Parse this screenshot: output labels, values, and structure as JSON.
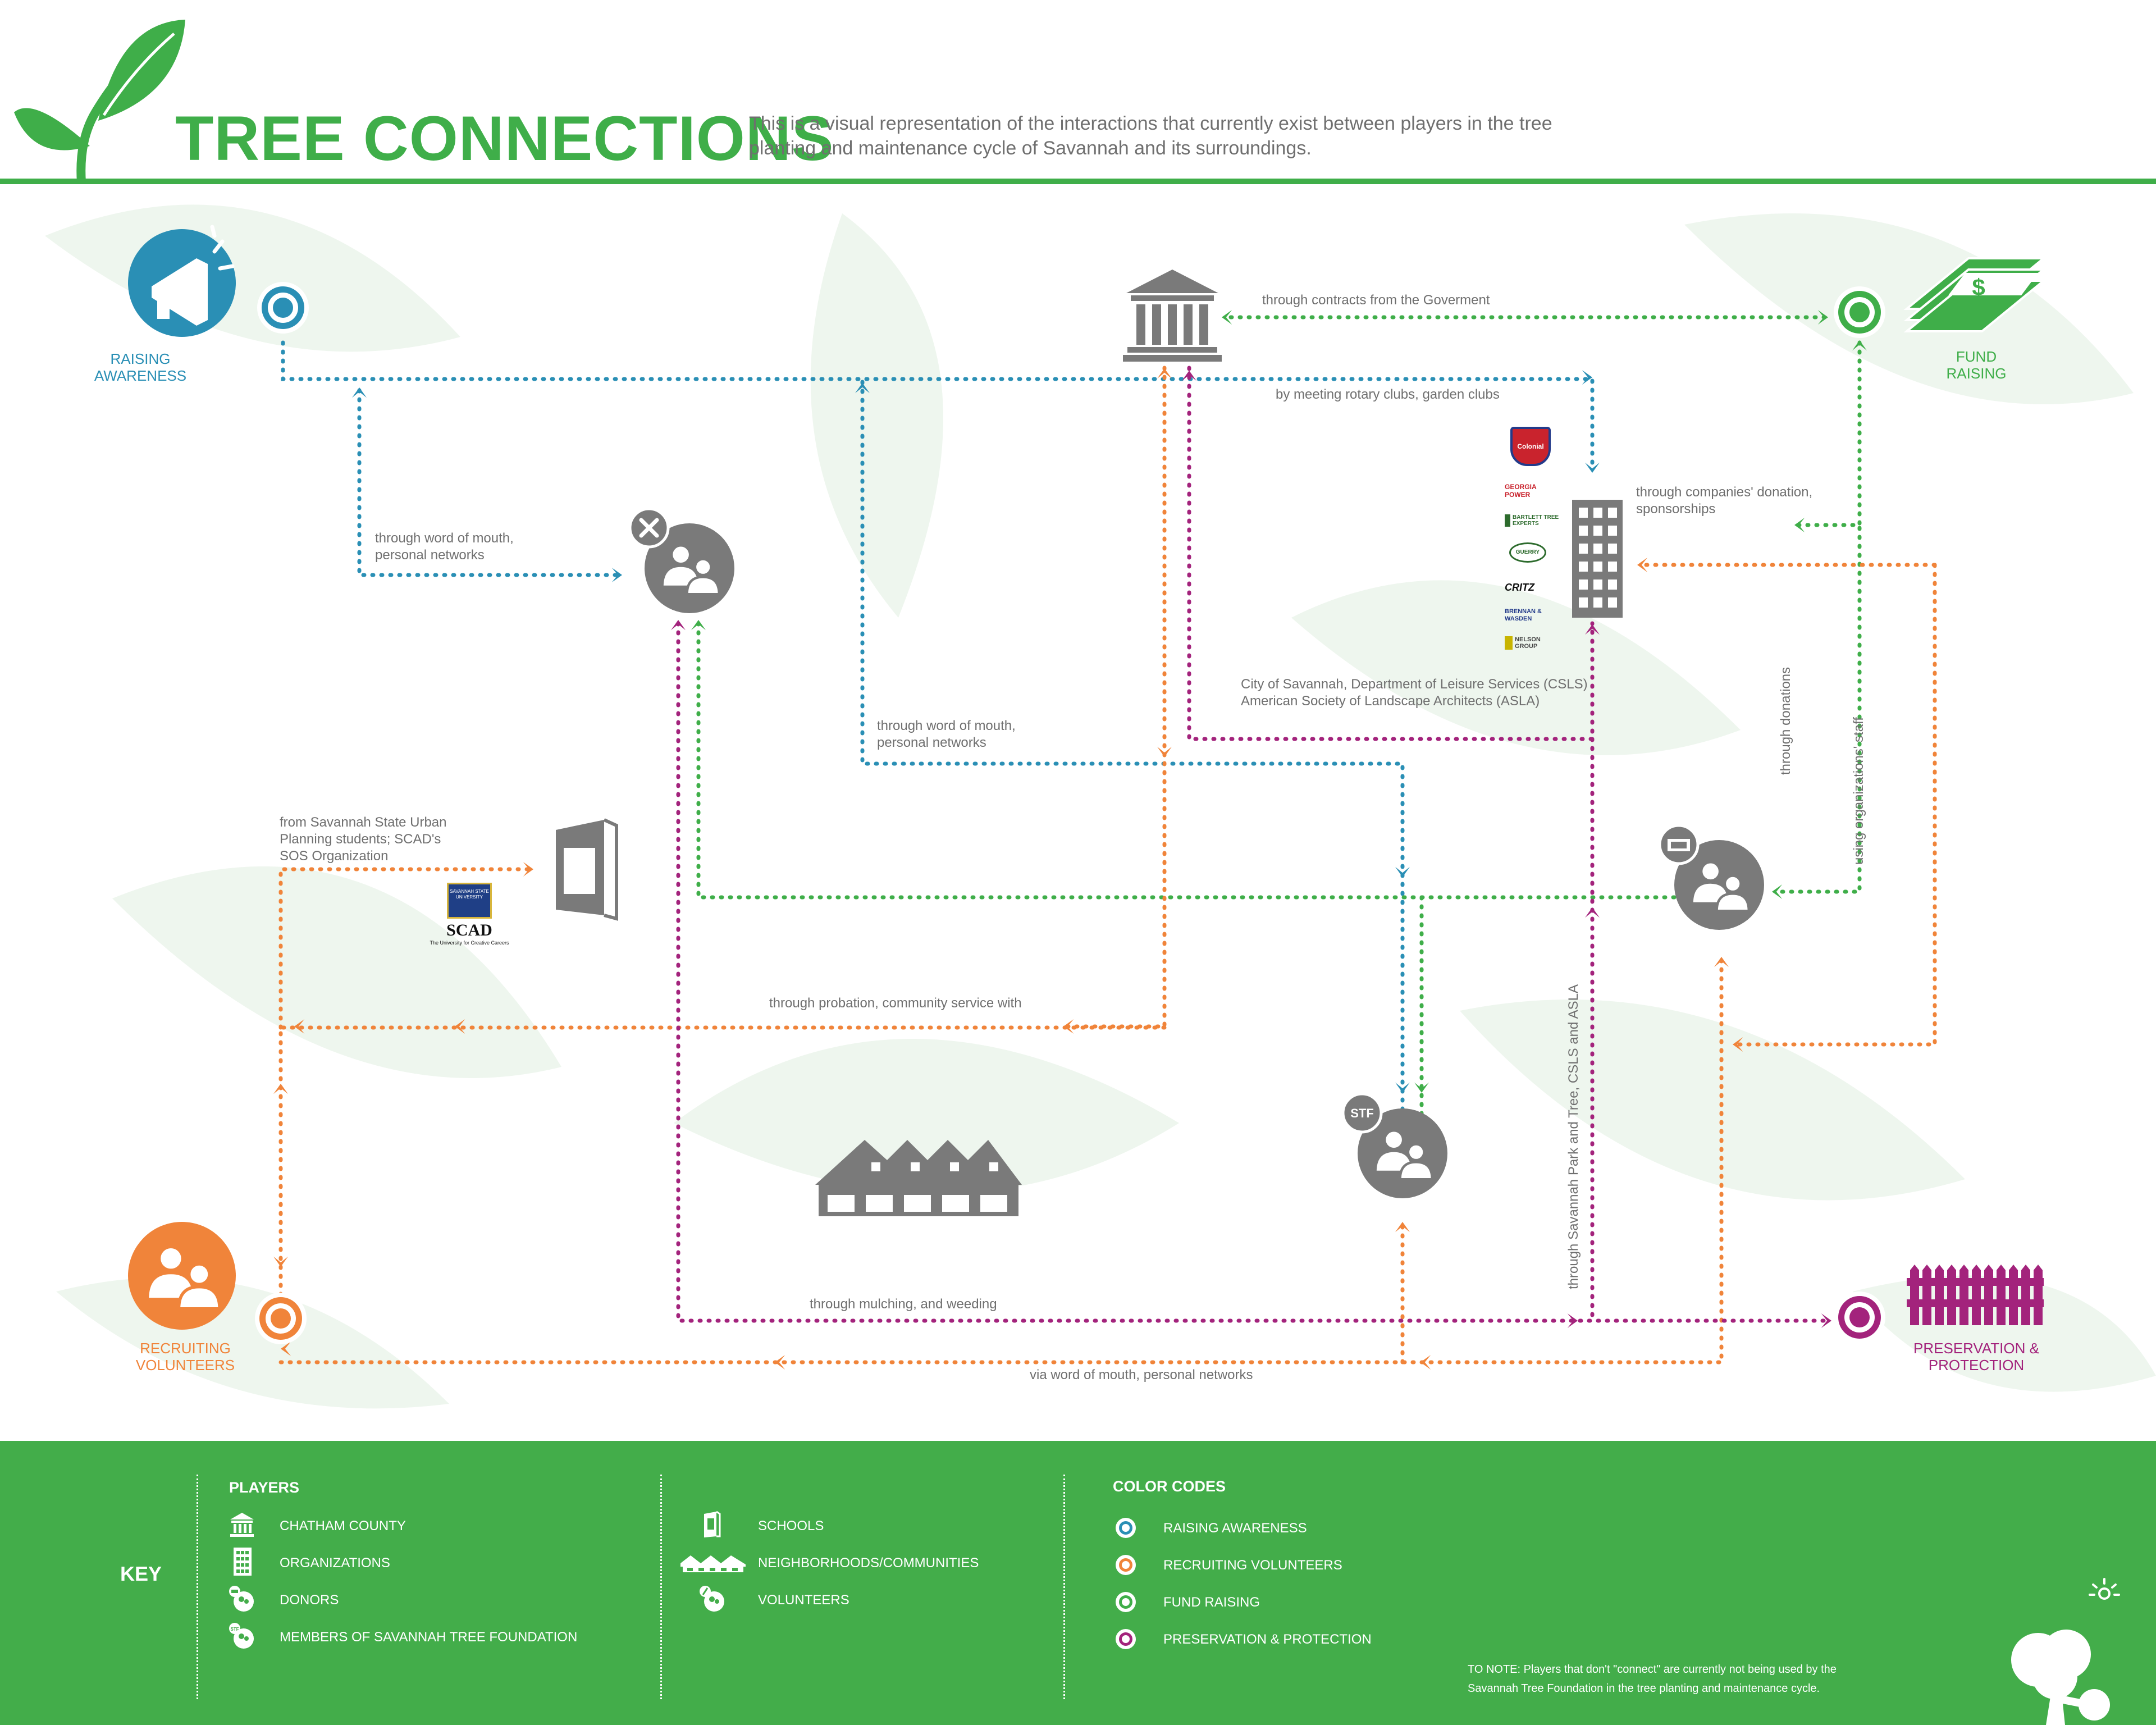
{
  "header": {
    "title": "TREE CONNECTIONS",
    "subtitle": "This is a visual representation of the interactions that currently exist between players in the tree planting and maintenance cycle of Savannah and its surroundings."
  },
  "colors": {
    "raising_awareness": "#2a8fb5",
    "recruiting_volunteers": "#f0843a",
    "fund_raising": "#3fae49",
    "preservation": "#a3237c",
    "player_gray": "#7a7a7a"
  },
  "nodes": {
    "raising_awareness": "RAISING\nAWARENESS",
    "fund_raising": "FUND\nRAISING",
    "recruiting_volunteers": "RECRUITING\nVOLUNTEERS",
    "preservation": "PRESERVATION &\nPROTECTION",
    "stf_badge": "STF"
  },
  "edge_labels": {
    "contracts": "through contracts from the Goverment",
    "rotary": "by meeting rotary clubs, garden clubs",
    "companies": "through companies' donation,\nsponsorships",
    "word_mouth_1": "through word of mouth,\npersonal networks",
    "word_mouth_2": "through word of mouth,\npersonal networks",
    "city": "City of Savannah, Department of Leisure Services (CSLS)\nAmerican Society of Landscape Architects (ASLA)",
    "schools_from": "from Savannah State Urban\nPlanning students; SCAD's\nSOS Organization",
    "probation": "through probation, community service with",
    "mulching": "through mulching, and weeding",
    "via_word": "via word of mouth, personal networks",
    "through_donations": "through donations",
    "org_staff": "using organizations' staff",
    "park_tree": "through Savannah Park and Tree, CSLS and ASLA"
  },
  "sponsor_logos": [
    "Colonial",
    "GEORGIA POWER",
    "BARTLETT TREE EXPERTS",
    "GUERRY",
    "CRITZ",
    "BRENNAN & WASDEN",
    "NELSON GROUP"
  ],
  "scad": {
    "name": "SCAD",
    "tagline": "The University for Creative Careers",
    "seal_text": "SAVANNAH STATE UNIVERSITY"
  },
  "key": {
    "title": "KEY",
    "players_title": "PLAYERS",
    "players_col1": [
      "CHATHAM COUNTY",
      "ORGANIZATIONS",
      "DONORS",
      "MEMBERS OF SAVANNAH TREE FOUNDATION"
    ],
    "players_col2": [
      "SCHOOLS",
      "NEIGHBORHOODS/COMMUNITIES",
      "VOLUNTEERS"
    ],
    "color_codes_title": "COLOR CODES",
    "color_codes": [
      "RAISING AWARENESS",
      "RECRUITING VOLUNTEERS",
      "FUND RAISING",
      "PRESERVATION & PROTECTION"
    ],
    "note": "TO NOTE: Players that don't \"connect\" are currently not being used by the\nSavannah Tree Foundation in the tree planting and maintenance cycle."
  }
}
